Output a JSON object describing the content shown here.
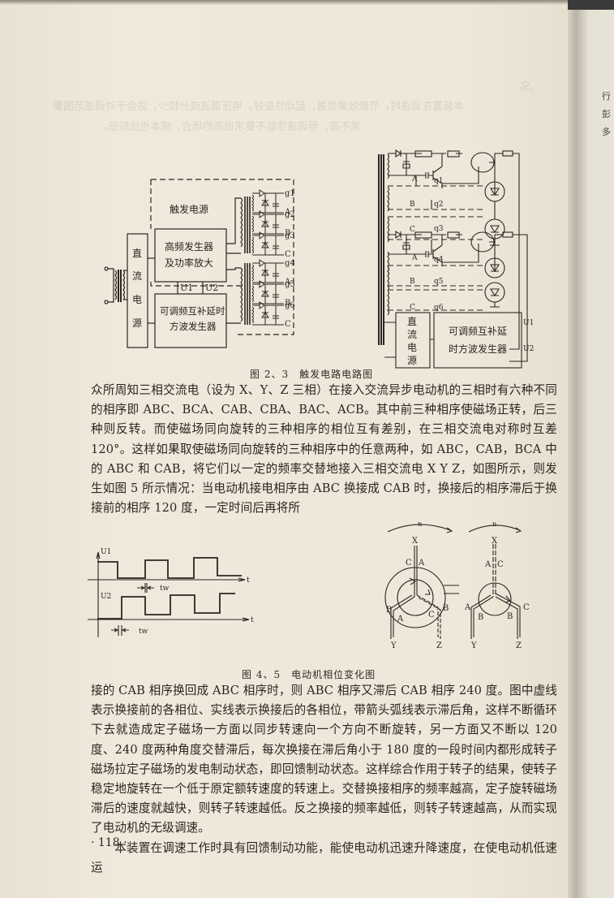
{
  "bleed_through": {
    "line1": "况。",
    "line2": "本装置在调速时，节能效果显著，起动性能好，电压谐波成分较少，适合于对调速范围要",
    "line3": "求不高，但调速性能不要求很高的场合，成本也比较低。"
  },
  "figure_1": {
    "name": "trigger-circuit-block-diagram",
    "blocks": {
      "trigger_power": "触发电源",
      "dc_power": [
        "直",
        "流",
        "电",
        "源"
      ],
      "hf_gen_line1": "高频发生器",
      "hf_gen_line2": "及功率放大",
      "square_wave_line1": "可调频互补延时",
      "square_wave_line2": "方波发生器"
    },
    "signals": [
      "U1",
      "U2"
    ],
    "outputs": [
      {
        "gate": "g1",
        "phase": "A"
      },
      {
        "gate": "g2",
        "phase": "B"
      },
      {
        "gate": "g3",
        "phase": "C"
      },
      {
        "gate": "g4",
        "phase": "A"
      },
      {
        "gate": "g5",
        "phase": "B"
      },
      {
        "gate": "g6",
        "phase": "C"
      }
    ]
  },
  "figure_2": {
    "name": "trigger-circuit-schematic",
    "dc_power": [
      "直",
      "流",
      "电",
      "源"
    ],
    "generator_line1": "可调频互补延",
    "generator_line2": "时方波发生器",
    "signals": [
      "U1",
      "U2"
    ],
    "nodes": [
      "A",
      "B",
      "C",
      "A",
      "B",
      "C"
    ],
    "transistors": [
      "q1",
      "q2",
      "q3",
      "q4",
      "q5",
      "q6"
    ]
  },
  "caption_1": "图 2、3　触发电路电路图",
  "paragraph_1": "众所周知三相交流电（设为 X、Y、Z 三相）在接入交流异步电动机的三相时有六种不同的相序即 ABC、BCA、CAB、CBA、BAC、ACB。其中前三种相序使磁场正转，后三种则反转。而使磁场同向旋转的三种相序的相位互有差别，在三相交流电对称时互差 120°。这样如果取使磁场同向旋转的三种相序中的任意两种，如 ABC，CAB，BCA 中的 ABC 和 CAB，将它们以一定的频率交替地接入三相交流电 X Y Z，如图所示，则发生如图 5 所示情况：当电动机接电相序由 ABC 换接成 CAB 时，换接后的相序滞后于换接前的相序 120 度，一定时间后再将所",
  "figure_3": {
    "name": "complementary-square-wave-timing",
    "labels": {
      "u1": "U1",
      "u2": "U2",
      "t": "t",
      "tw": "tw"
    }
  },
  "figure_4": {
    "name": "motor-phase-vector-diagram",
    "arc_label": "n",
    "left": {
      "top": "X",
      "bl": "Y",
      "br": "Z",
      "l_top": "C",
      "r_top": "A",
      "bl_out": "B",
      "bl_in": "A",
      "br_in": "C",
      "br_out": "B"
    },
    "right": {
      "top": "X",
      "bl": "Y",
      "br": "Z",
      "l_top": "A",
      "r_top": "C",
      "bl_out": "A",
      "bl_in": "B",
      "br_in": "B",
      "br_out": "C"
    }
  },
  "caption_2": "图 4、5　电动机相位变化图",
  "paragraph_2": "接的 CAB 相序换回成 ABC 相序时，则 ABC 相序又滞后 CAB 相序 240 度。图中虚线表示换接前的各相位、实线表示换接后的各相位，带箭头弧线表示滞后角，这样不断循环下去就造成定子磁场一方面以同步转速向一个方向不断旋转，另一方面又不断以 120 度、240 度两种角度交替滞后，每次换接在滞后角小于 180 度的一段时间内都形成转子磁场拉定子磁场的发电制动状态，即回馈制动状态。这样综合作用于转子的结果，使转子稳定地旋转在一个低于原定额转速度的转速上。交替换接相序的频率越高，定子旋转磁场滞后的速度就越快，则转子转速越低。反之换接的频率越低，则转子转速越高，从而实现了电动机的无级调速。",
  "paragraph_3": "本装置在调速工作时具有回馈制动功能，能使电动机迅速升降速度，在使电动机低速运",
  "page_number": "· 118 ·",
  "next_page_edge": [
    "行",
    "彭",
    "多"
  ]
}
